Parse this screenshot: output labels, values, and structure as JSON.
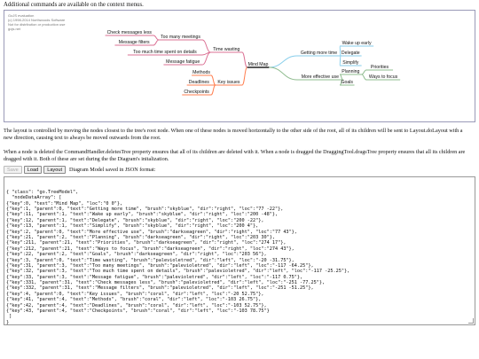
{
  "top_note": "Additional commands are available on the context menus.",
  "watermark": [
    "GoJS evaluation",
    "(c) 1998-2014 Northwoods Software",
    "Not for distribution or production use",
    "gojs.net"
  ],
  "nodes": [
    {
      "key": "root",
      "text": "Mind Map",
      "color": "#222222",
      "dir": "center"
    },
    {
      "key": "1",
      "text": "Getting more time",
      "color": "#87ceeb",
      "dir": "right"
    },
    {
      "key": "11",
      "text": "Wake up early",
      "color": "#87ceeb",
      "dir": "right"
    },
    {
      "key": "12",
      "text": "Delegate",
      "color": "#87ceeb",
      "dir": "right"
    },
    {
      "key": "13",
      "text": "Simplify",
      "color": "#87ceeb",
      "dir": "right"
    },
    {
      "key": "2",
      "text": "More effective use",
      "color": "#8fbc8f",
      "dir": "right"
    },
    {
      "key": "21",
      "text": "Planning",
      "color": "#8fbc8f",
      "dir": "right"
    },
    {
      "key": "211",
      "text": "Priorities",
      "color": "#8fbc8f",
      "dir": "right"
    },
    {
      "key": "212",
      "text": "Ways to focus",
      "color": "#8fbc8f",
      "dir": "right"
    },
    {
      "key": "22",
      "text": "Goals",
      "color": "#8fbc8f",
      "dir": "right"
    },
    {
      "key": "3",
      "text": "Time wasting",
      "color": "#db7093",
      "dir": "left"
    },
    {
      "key": "31",
      "text": "Too many meetings",
      "color": "#db7093",
      "dir": "left"
    },
    {
      "key": "32",
      "text": "Too much time spent on details",
      "color": "#db7093",
      "dir": "left"
    },
    {
      "key": "33",
      "text": "Message fatigue",
      "color": "#db7093",
      "dir": "left"
    },
    {
      "key": "331",
      "text": "Check messages less",
      "color": "#db7093",
      "dir": "left"
    },
    {
      "key": "332",
      "text": "Message filters",
      "color": "#db7093",
      "dir": "left"
    },
    {
      "key": "4",
      "text": "Key issues",
      "color": "#ff7f50",
      "dir": "left"
    },
    {
      "key": "41",
      "text": "Methods",
      "color": "#ff7f50",
      "dir": "left"
    },
    {
      "key": "42",
      "text": "Deadlines",
      "color": "#ff7f50",
      "dir": "left"
    },
    {
      "key": "43",
      "text": "Checkpoints",
      "color": "#ff7f50",
      "dir": "left"
    }
  ],
  "para1": "The layout is controlled by moving the nodes closest to the tree's root node. When one of these nodes is moved horizontally to the other side of the root, all of its children will be sent to Layout.doLayout with a new direction, causing text to always be moved outwards from the root.",
  "para2": "When a node is deleted the CommandHandler.deletesTree property ensures that all of its children are deleted with it. When a node is dragged the DraggingTool.dragsTree property ensures that all its children are dragged with it. Both of these are set during the the Diagram's initalization.",
  "toolbar": {
    "save": "Save",
    "load": "Load",
    "layout": "Layout",
    "status": "Diagram Model saved in JSON format:"
  },
  "json_lines": [
    "{ \"class\": \"go.TreeModel\",",
    "  \"nodeDataArray\": [",
    "{\"key\":0, \"text\":\"Mind Map\", \"loc\":\"0 0\"},",
    "{\"key\":1, \"parent\":0, \"text\":\"Getting more time\", \"brush\":\"skyblue\", \"dir\":\"right\", \"loc\":\"77 -22\"},",
    "{\"key\":11, \"parent\":1, \"text\":\"Wake up early\", \"brush\":\"skyblue\", \"dir\":\"right\", \"loc\":\"200 -48\"},",
    "{\"key\":12, \"parent\":1, \"text\":\"Delegate\", \"brush\":\"skyblue\", \"dir\":\"right\", \"loc\":\"200 -22\"},",
    "{\"key\":13, \"parent\":1, \"text\":\"Simplify\", \"brush\":\"skyblue\", \"dir\":\"right\", \"loc\":\"200 4\"},",
    "{\"key\":2, \"parent\":0, \"text\":\"More effective use\", \"brush\":\"darkseagreen\", \"dir\":\"right\", \"loc\":\"77 43\"},",
    "{\"key\":21, \"parent\":2, \"text\":\"Planning\", \"brush\":\"darkseagreen\", \"dir\":\"right\", \"loc\":\"203 30\"},",
    "{\"key\":211, \"parent\":21, \"text\":\"Priorities\", \"brush\":\"darkseagreen\", \"dir\":\"right\", \"loc\":\"274 17\"},",
    "{\"key\":212, \"parent\":21, \"text\":\"Ways to focus\", \"brush\":\"darkseagreen\", \"dir\":\"right\", \"loc\":\"274 43\"},",
    "{\"key\":22, \"parent\":2, \"text\":\"Goals\", \"brush\":\"darkseagreen\", \"dir\":\"right\", \"loc\":\"203 56\"},",
    "{\"key\":3, \"parent\":0, \"text\":\"Time wasting\", \"brush\":\"palevioletred\", \"dir\":\"left\", \"loc\":\"-20 -31.75\"},",
    "{\"key\":31, \"parent\":3, \"text\":\"Too many meetings\", \"brush\":\"palevioletred\", \"dir\":\"left\", \"loc\":\"-117 -64.25\"},",
    "{\"key\":32, \"parent\":3, \"text\":\"Too much time spent on details\", \"brush\":\"palevioletred\", \"dir\":\"left\", \"loc\":\"-117 -25.25\"},",
    "{\"key\":33, \"parent\":3, \"text\":\"Message fatigue\", \"brush\":\"palevioletred\", \"dir\":\"left\", \"loc\":\"-117 0.75\"},",
    "{\"key\":331, \"parent\":31, \"text\":\"Check messages less\", \"brush\":\"palevioletred\", \"dir\":\"left\", \"loc\":\"-251 -77.25\"},",
    "{\"key\":332, \"parent\":31, \"text\":\"Message filters\", \"brush\":\"palevioletred\", \"dir\":\"left\", \"loc\":\"-251 -51.25\"},",
    "{\"key\":4, \"parent\":0, \"text\":\"Key issues\", \"brush\":\"coral\", \"dir\":\"left\", \"loc\":\"-20 52.75\"},",
    "{\"key\":41, \"parent\":4, \"text\":\"Methods\", \"brush\":\"coral\", \"dir\":\"left\", \"loc\":\"-103 26.75\"},",
    "{\"key\":42, \"parent\":4, \"text\":\"Deadlines\", \"brush\":\"coral\", \"dir\":\"left\", \"loc\":\"-103 52.75\"},",
    "{\"key\":43, \"parent\":4, \"text\":\"Checkpoints\", \"brush\":\"coral\", \"dir\":\"left\", \"loc\":\"-103 78.75\"}",
    " ]",
    "}"
  ]
}
